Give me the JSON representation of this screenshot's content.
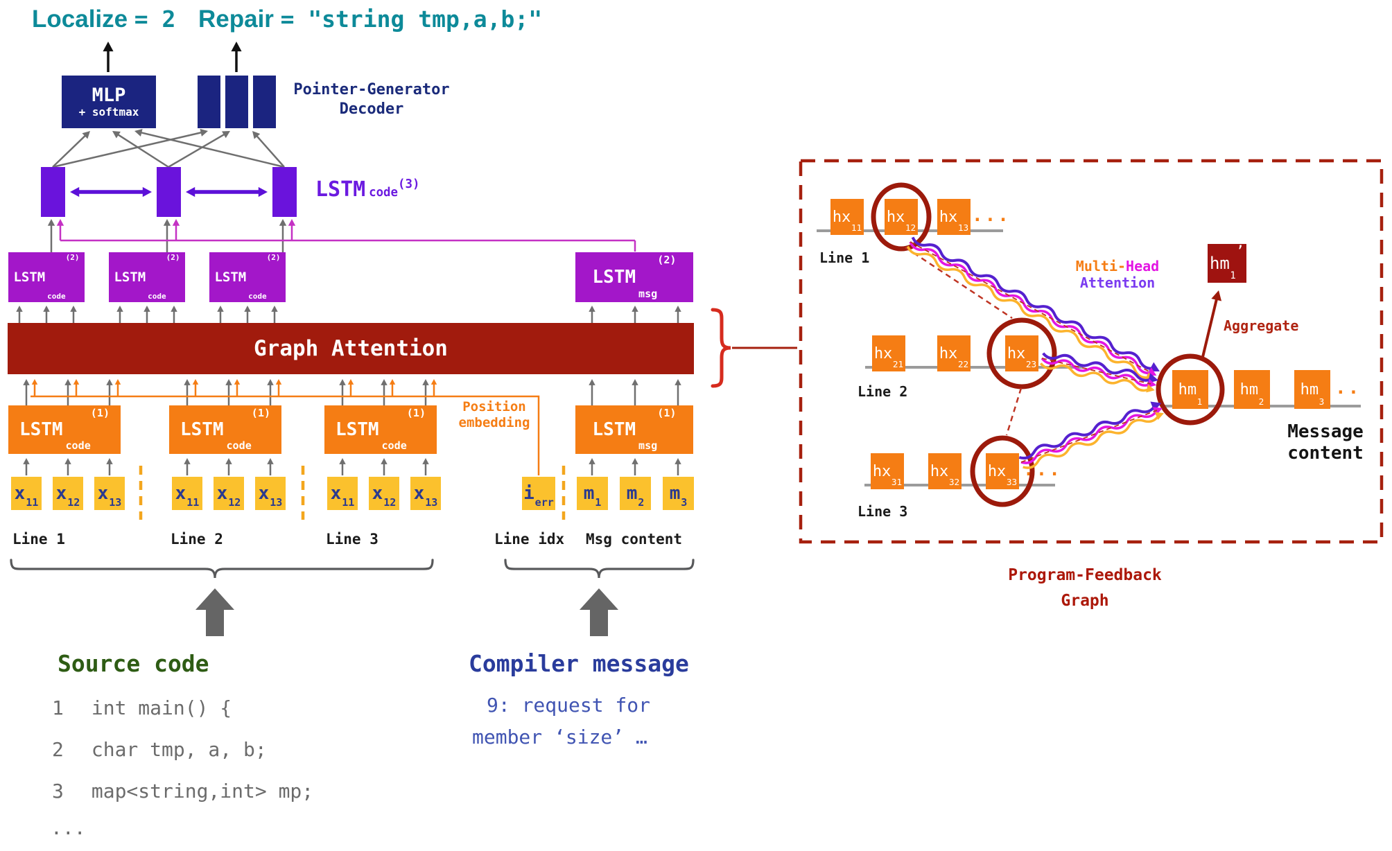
{
  "title_outputs": {
    "localize_word": "Localize",
    "localize_value": "= 2",
    "repair_word": "Repair",
    "repair_value": "= \"string tmp,a,b;\""
  },
  "decoder": {
    "mlp": "MLP",
    "softmax": "+ softmax",
    "pointer_generator_line1": "Pointer-Generator",
    "pointer_generator_line2": "Decoder"
  },
  "lstm": {
    "base": "LSTM",
    "code_sub": "code",
    "msg_sub": "msg",
    "sup1": "(1)",
    "sup2": "(2)",
    "sup3": "(3)"
  },
  "graph_attention": "Graph Attention",
  "position_embedding_line1": "Position",
  "position_embedding_line2": "embedding",
  "tokens": {
    "code_lines": [
      {
        "label": "Line 1",
        "items": [
          {
            "base": "x",
            "sub": "11"
          },
          {
            "base": "x",
            "sub": "12"
          },
          {
            "base": "x",
            "sub": "13"
          }
        ]
      },
      {
        "label": "Line 2",
        "items": [
          {
            "base": "x",
            "sub": "11"
          },
          {
            "base": "x",
            "sub": "12"
          },
          {
            "base": "x",
            "sub": "13"
          }
        ]
      },
      {
        "label": "Line 3",
        "items": [
          {
            "base": "x",
            "sub": "11"
          },
          {
            "base": "x",
            "sub": "12"
          },
          {
            "base": "x",
            "sub": "13"
          }
        ]
      }
    ],
    "line_idx_token": {
      "base": "i",
      "sub": "err"
    },
    "msg_tokens": [
      {
        "base": "m",
        "sub": "1"
      },
      {
        "base": "m",
        "sub": "2"
      },
      {
        "base": "m",
        "sub": "3"
      }
    ],
    "line_idx_label": "Line idx",
    "msg_content_label": "Msg content"
  },
  "source_code": {
    "title": "Source code",
    "lines": [
      {
        "num": "1",
        "code": "int main() {"
      },
      {
        "num": "2",
        "code": "char tmp, a, b;"
      },
      {
        "num": "3",
        "code": "map<string,int> mp;"
      }
    ],
    "ellipsis": "..."
  },
  "compiler_message": {
    "title": "Compiler message",
    "line1": "9: request for",
    "line2": "member ‘size’ …"
  },
  "feedback_graph": {
    "caption_line1": "Program-Feedback",
    "caption_line2": "Graph",
    "multi_head_part1": "Multi-",
    "multi_head_part2": "Head",
    "multi_head_part3": "Attention",
    "aggregate": "Aggregate",
    "message_content_line1": "Message",
    "message_content_line2": "content",
    "rows": [
      {
        "label": "Line 1",
        "nodes": [
          {
            "base": "hx",
            "sub": "11"
          },
          {
            "base": "hx",
            "sub": "12"
          },
          {
            "base": "hx",
            "sub": "13"
          }
        ],
        "dots": "..."
      },
      {
        "label": "Line 2",
        "nodes": [
          {
            "base": "hx",
            "sub": "21"
          },
          {
            "base": "hx",
            "sub": "22"
          },
          {
            "base": "hx",
            "sub": "23"
          }
        ],
        "dots": ""
      },
      {
        "label": "Line 3",
        "nodes": [
          {
            "base": "hx",
            "sub": "31"
          },
          {
            "base": "hx",
            "sub": "32"
          },
          {
            "base": "hx",
            "sub": "33"
          }
        ],
        "dots": "..."
      }
    ],
    "hm_nodes": [
      {
        "base": "hm",
        "sub": "1"
      },
      {
        "base": "hm",
        "sub": "2"
      },
      {
        "base": "hm",
        "sub": "3"
      }
    ],
    "hm_dots": "..",
    "aggregated_node": {
      "base": "hm",
      "sub": "1",
      "prime": "’"
    }
  },
  "colors": {
    "teal": "#0d8a99",
    "navy": "#1b2480",
    "violet": "#6a13dc",
    "magenta_box": "#a317c9",
    "skip_line": "#c431c4",
    "dark_red_bar": "#a11b0d",
    "orange": "#f57d14",
    "token_yellow": "#fbc12d",
    "token_text": "#2b3a8f",
    "arrow_gray": "#6f6f6f",
    "source_green": "#2e5c14",
    "compiler_indigo": "#4054b2",
    "panel_red": "#a6200e",
    "wavy_indigo": "#5520cf",
    "wavy_magenta": "#e315e3",
    "wavy_amber": "#fcb32d"
  }
}
